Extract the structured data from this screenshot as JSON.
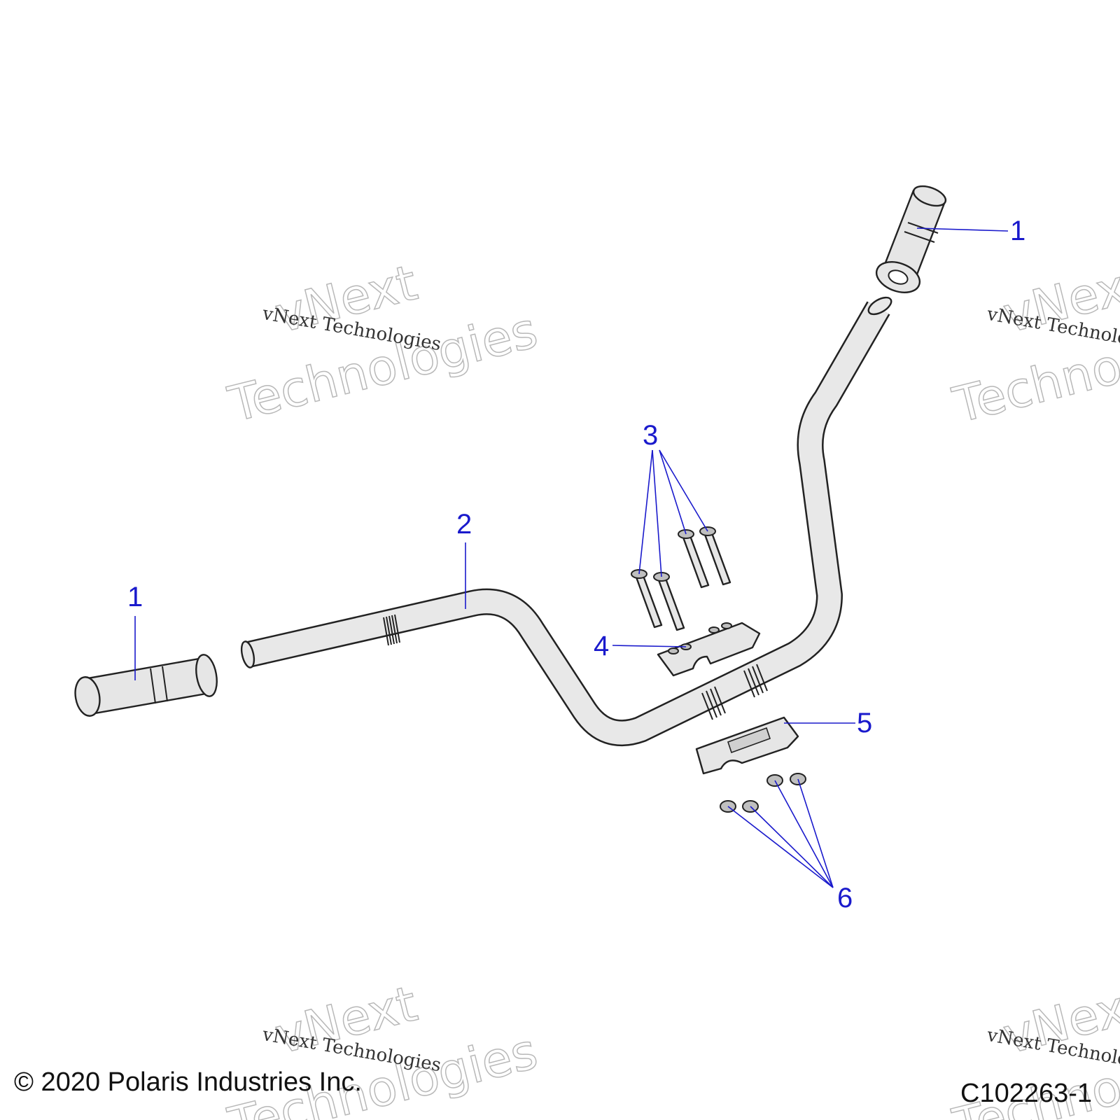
{
  "callouts": [
    {
      "id": "grip-right",
      "label": "1"
    },
    {
      "id": "grip-left",
      "label": "1"
    },
    {
      "id": "handlebar",
      "label": "2"
    },
    {
      "id": "bolts",
      "label": "3"
    },
    {
      "id": "upper-clamp",
      "label": "4"
    },
    {
      "id": "lower-clamp",
      "label": "5"
    },
    {
      "id": "nuts",
      "label": "6"
    }
  ],
  "watermark": {
    "small_text": "vNext Technologies",
    "big_line1": "vNext",
    "big_line2": "Technologies"
  },
  "footer": {
    "copyright": "© 2020 Polaris Industries Inc.",
    "figure_id": "C102263-1"
  },
  "colors": {
    "callout": "#1a1acc",
    "part_fill": "#e6e6e6",
    "outline": "#222222",
    "watermark_outline": "#b8b8b8"
  }
}
